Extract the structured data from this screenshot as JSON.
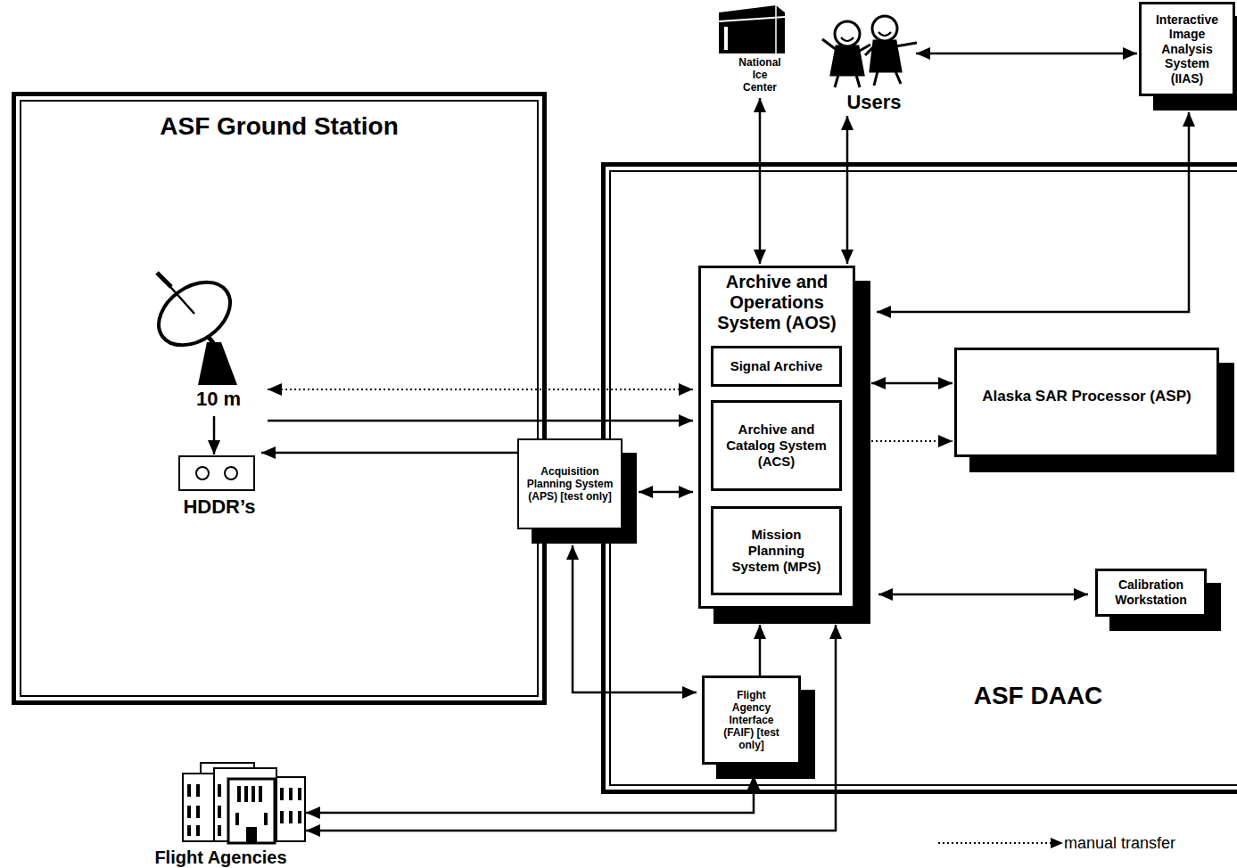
{
  "diagram": {
    "nodes": [
      {
        "text": [
          "National Ice Center"
        ]
      },
      {
        "text": [
          "Users"
        ]
      },
      {
        "text": [
          "Interactive Image Analysis System (IIAS)"
        ]
      },
      {
        "text": [
          "ASF Ground Station"
        ]
      },
      {
        "text": [
          "10 m"
        ],
        "in": 3
      },
      {
        "text": [
          "HDDR’s"
        ],
        "in": 3
      },
      {
        "text": [
          "ASF DAAC"
        ]
      },
      {
        "text": [
          "Archive and Operations System (AOS)"
        ],
        "in": 6
      },
      {
        "text": [
          "Signal Archive"
        ],
        "in": 7
      },
      {
        "text": [
          "Archive and Catalog System (ACS)"
        ],
        "in": 7
      },
      {
        "text": [
          "Mission Planning System (MPS)"
        ],
        "in": 7
      },
      {
        "text": [
          "Alaska SAR Processor (ASP)"
        ],
        "in": 6
      },
      {
        "text": [
          "Calibration Workstation"
        ],
        "in": 6
      },
      {
        "text": [
          "Acquisition Planning System (APS) [test only]"
        ]
      },
      {
        "text": [
          "Flight Agency Interface (FAIF) [test only]"
        ],
        "in": 6
      },
      {
        "text": [
          "Flight Agencies"
        ]
      }
    ],
    "edges": [
      {
        "from": 0,
        "to": 7,
        "arrow": "both"
      },
      {
        "from": 1,
        "to": 7,
        "arrow": "both"
      },
      {
        "from": 1,
        "to": 2,
        "arrow": "both"
      },
      {
        "from": 2,
        "to": 7,
        "arrow": "both"
      },
      {
        "from": 4,
        "to": 7,
        "arrow": "both"
      },
      {
        "from": 4,
        "to": 7,
        "arrow": "to"
      },
      {
        "from": 13,
        "to": 5,
        "arrow": "to"
      },
      {
        "from": 4,
        "to": 5,
        "arrow": "to"
      },
      {
        "from": 13,
        "to": 7,
        "arrow": "both"
      },
      {
        "from": 7,
        "to": 11,
        "arrow": "both"
      },
      {
        "from": 7,
        "to": 11,
        "arrow": "to"
      },
      {
        "from": 7,
        "to": 12,
        "arrow": "both"
      },
      {
        "from": 14,
        "to": 7,
        "arrow": "to"
      },
      {
        "from": 15,
        "to": 14,
        "arrow": "both"
      },
      {
        "from": 15,
        "to": 7,
        "arrow": "both"
      },
      {
        "from": 13,
        "to": 14,
        "arrow": "both"
      }
    ],
    "legend": [
      {
        "text": "manual transfer"
      }
    ]
  }
}
